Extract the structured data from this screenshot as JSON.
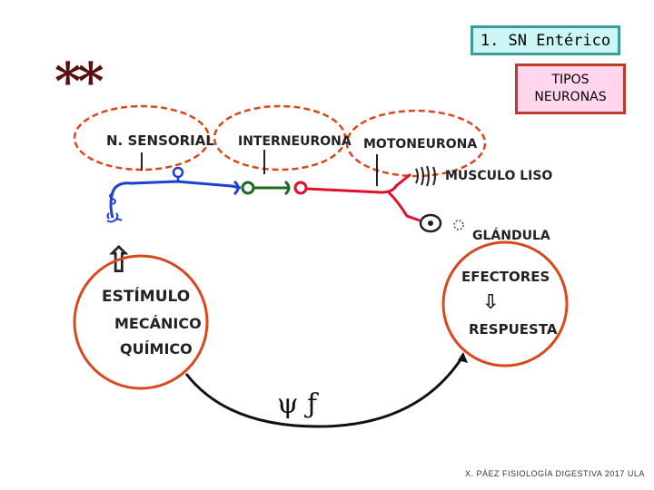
{
  "header": {
    "title": "1. SN Entérico",
    "subtitle_lines": [
      "TIPOS",
      "NEURONAS"
    ],
    "marker": "**"
  },
  "diagram": {
    "neuron_types": {
      "sensory": "N. SENSORIAL",
      "interneuron": "INTERNEURONA",
      "motor": "MOTONEURONA"
    },
    "targets": {
      "muscle": "MUSCULO LISO",
      "gland": "GLÁNDULA"
    },
    "stimulus_lines": [
      "ESTÍMULO",
      "MECÁNICO",
      "QUÍMICO"
    ],
    "effector_lines": [
      "EFECTORES",
      "RESPUESTA"
    ],
    "arrow_down_glyph": "⇩",
    "arrow_up_glyph": "⇧",
    "loop_label": "ψ ƒ"
  },
  "colors": {
    "sensory": "#1f3fd1",
    "interneuron": "#1b6b1b",
    "motor": "#e0102a",
    "dashed_circle": "#d9481c",
    "solid_circle": "#d9481c"
  },
  "footer": {
    "credit": "X. PÁEZ   FISIOLOGÍA DIGESTIVA 2017  ULA"
  }
}
